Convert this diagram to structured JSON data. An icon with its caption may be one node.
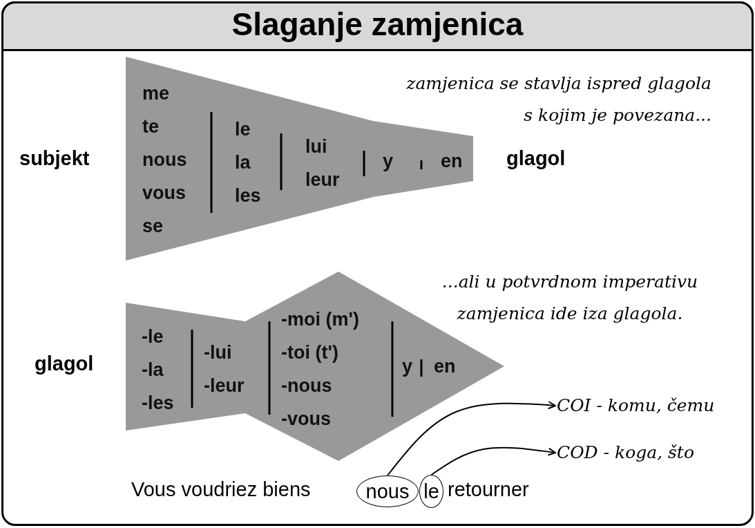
{
  "diagram": {
    "title": "Slaganje zamjenica",
    "nodes": [
      {
        "text": [
          "me te nous vous se",
          "le la les",
          "lui leur",
          "y",
          "en"
        ]
      },
      {
        "text": [
          "-le -la -les",
          "-lui -leur",
          "-moi (m') -toi (t') -nous -vous",
          "y",
          "en"
        ]
      },
      {
        "text": [
          "COI - komu, čemu"
        ]
      },
      {
        "text": [
          "COD - koga, što"
        ]
      },
      {
        "text": [
          "nous"
        ]
      },
      {
        "text": [
          "le"
        ]
      }
    ],
    "edges": [
      {
        "from": 4,
        "to": 2,
        "arrow": "to"
      },
      {
        "from": 5,
        "to": 3,
        "arrow": "to"
      }
    ],
    "labels": [
      "subjekt",
      "glagol",
      "zamjenica se stavlja ispred glagola s kojim je povezana...",
      "glagol",
      "...ali u potvrdnom imperativu zamjenica ide iza glagola.",
      "Vous voudriez biens",
      "retourner"
    ]
  }
}
